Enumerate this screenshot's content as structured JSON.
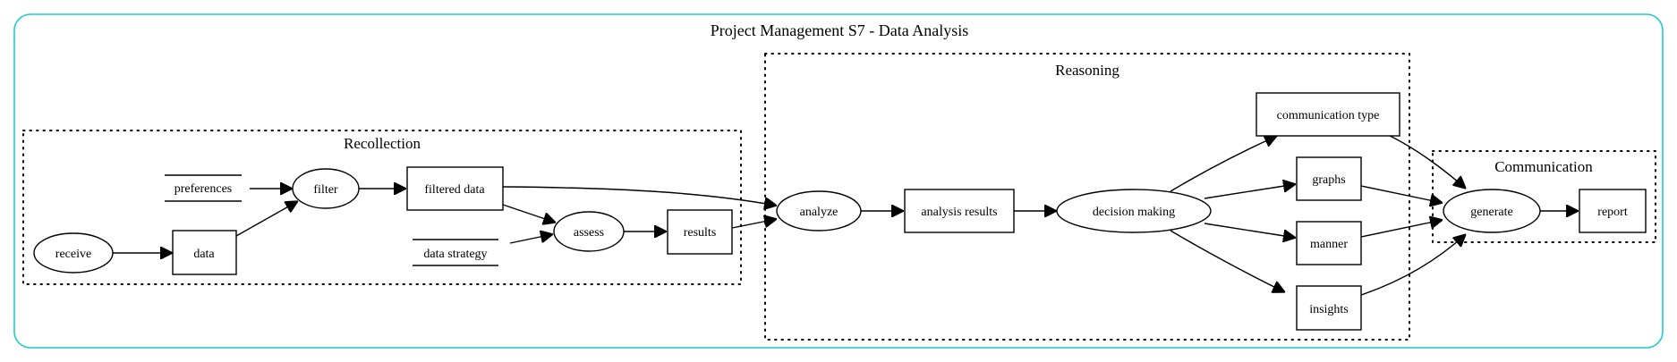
{
  "title": "Project Management S7 - Data Analysis",
  "clusters": {
    "recollection": "Recollection",
    "reasoning": "Reasoning",
    "communication": "Communication"
  },
  "nodes": {
    "receive": "receive",
    "data": "data",
    "preferences": "preferences",
    "filter": "filter",
    "filtered_data": "filtered data",
    "data_strategy": "data strategy",
    "assess": "assess",
    "results": "results",
    "analyze": "analyze",
    "analysis_results": "analysis results",
    "decision_making": "decision making",
    "communication_type": "communication type",
    "graphs": "graphs",
    "manner": "manner",
    "insights": "insights",
    "generate": "generate",
    "report": "report"
  },
  "colors": {
    "outer_border": "#1fc9d4",
    "stroke": "#000000",
    "background": "#ffffff"
  }
}
